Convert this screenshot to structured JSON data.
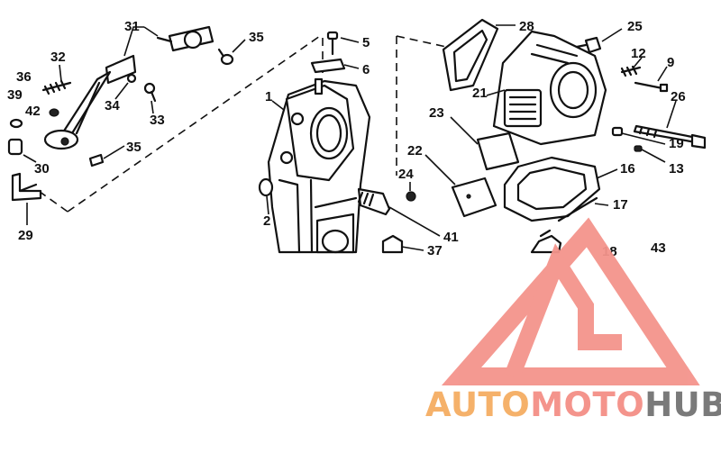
{
  "callouts": {
    "c1": "1",
    "c2": "2",
    "c5": "5",
    "c6": "6",
    "c9": "9",
    "c12": "12",
    "c13": "13",
    "c16": "16",
    "c17": "17",
    "c18": "18",
    "c19": "19",
    "c21": "21",
    "c22": "22",
    "c23": "23",
    "c24": "24",
    "c25": "25",
    "c26": "26",
    "c28": "28",
    "c29": "29",
    "c30": "30",
    "c31": "31",
    "c32": "32",
    "c33": "33",
    "c34": "34",
    "c35a": "35",
    "c35b": "35",
    "c36": "36",
    "c37": "37",
    "c39": "39",
    "c41": "41",
    "c42": "42",
    "c43": "43"
  },
  "watermark": {
    "part1": "AUTO",
    "part2": "MOTO",
    "part3": "HUB",
    "color_orange": "#f5b16a",
    "color_red": "#f4948c",
    "color_gray": "#7a7a7a"
  }
}
